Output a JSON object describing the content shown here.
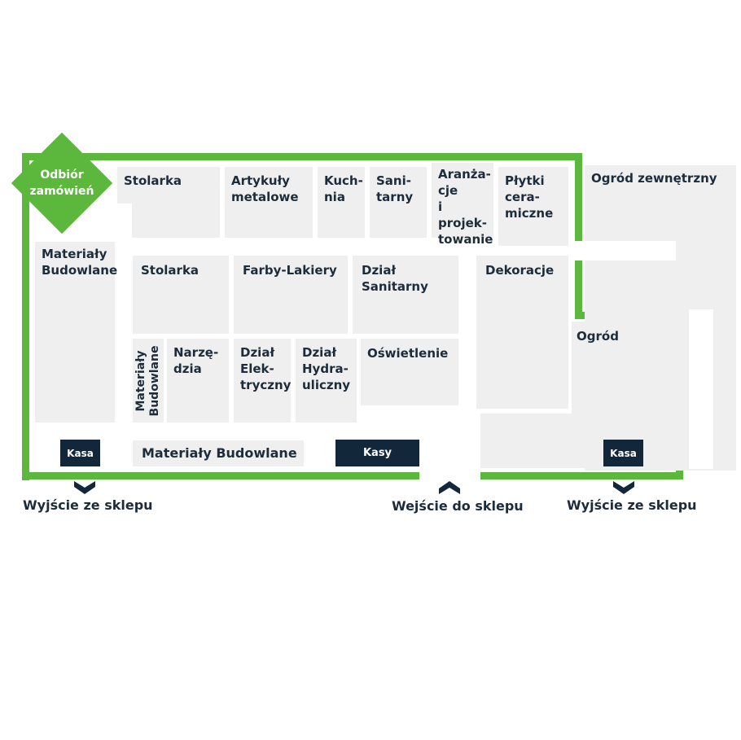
{
  "colors": {
    "wall": "#5cb83c",
    "zone": "#efefef",
    "till": "#13273a",
    "text": "#1d2c3a"
  },
  "pickup": {
    "label": "Odbiór\nzamówień"
  },
  "zones": {
    "stolarka_top": "Stolarka",
    "artykuly_metalowe": "Artykuły\nmetalowe",
    "kuchnia": "Kuch-\nnia",
    "sanitarny_top": "Sani-\ntarny",
    "aranzacje": "Aranża-\ncje\ni projek-\ntowanie",
    "plytki": "Płytki\ncera-\nmiczne",
    "ogrod_zewnetrzny": "Ogród zewnętrzny",
    "materialy_left": "Materiały\nBudowlane",
    "stolarka_mid": "Stolarka",
    "farby_lakiery": "Farby-Lakiery",
    "dzial_sanitarny": "Dział\nSanitarny",
    "dekoracje": "Dekoracje",
    "ogrod": "Ogród",
    "materialy_vertical": "Materiały\nBudowlane",
    "narzedzia": "Narzę-\ndzia",
    "dzial_elektryczny": "Dział\nElek-\ntryczny",
    "dzial_hydrauliczny": "Dział\nHydra-\nuliczny",
    "oswietlenie": "Oświetlenie",
    "materialy_bottom": "Materiały Budowlane"
  },
  "tills": {
    "kasa_left": "Kasa",
    "kasy": "Kasy",
    "kasa_right": "Kasa"
  },
  "doors": {
    "exit_left": "Wyjście ze sklepu",
    "entrance": "Wejście do sklepu",
    "exit_right": "Wyjście ze sklepu"
  }
}
